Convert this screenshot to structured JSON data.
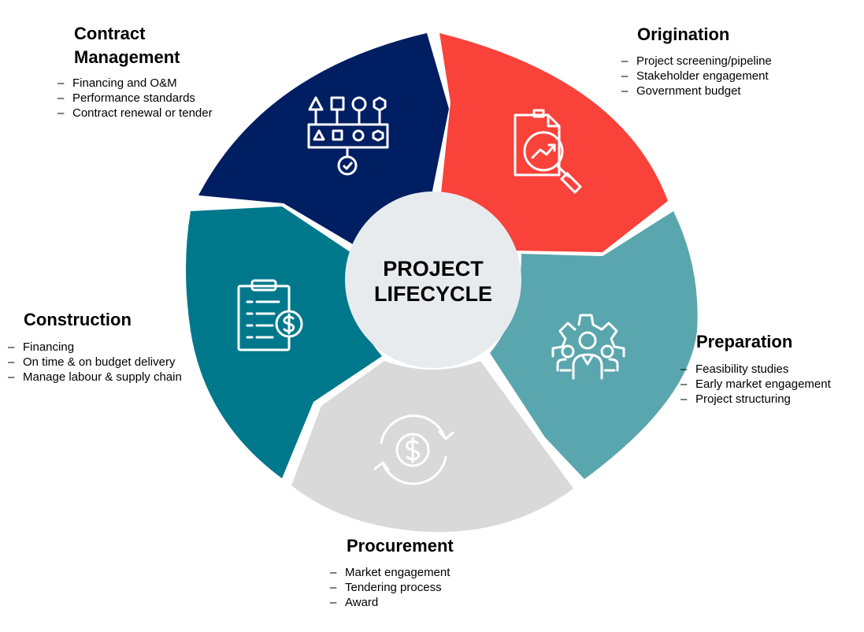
{
  "center": {
    "line1": "PROJECT",
    "line2": "LIFECYCLE"
  },
  "colors": {
    "origination": "#f9423a",
    "preparation": "#5aa6ae",
    "procurement": "#d9d9d9",
    "construction": "#00788c",
    "contract_management": "#001e62",
    "hub": "#e8ebee"
  },
  "stages": {
    "contract_management": {
      "title_line1": "Contract",
      "title_line2": "Management",
      "icon": "workflow-shapes-icon",
      "items": [
        "Financing and O&M",
        "Performance standards",
        "Contract renewal or tender"
      ]
    },
    "origination": {
      "title": "Origination",
      "icon": "document-magnifier-icon",
      "items": [
        "Project screening/pipeline",
        "Stakeholder engagement",
        "Government  budget"
      ]
    },
    "preparation": {
      "title": "Preparation",
      "icon": "gear-team-icon",
      "items": [
        "Feasibility studies",
        "Early market engagement",
        "Project structuring"
      ]
    },
    "procurement": {
      "title": "Procurement",
      "icon": "dollar-cycle-icon",
      "items": [
        "Market engagement",
        "Tendering process",
        "Award"
      ]
    },
    "construction": {
      "title": "Construction",
      "icon": "clipboard-dollar-icon",
      "items": [
        "Financing",
        "On time & on budget delivery",
        "Manage labour & supply chain"
      ]
    }
  }
}
